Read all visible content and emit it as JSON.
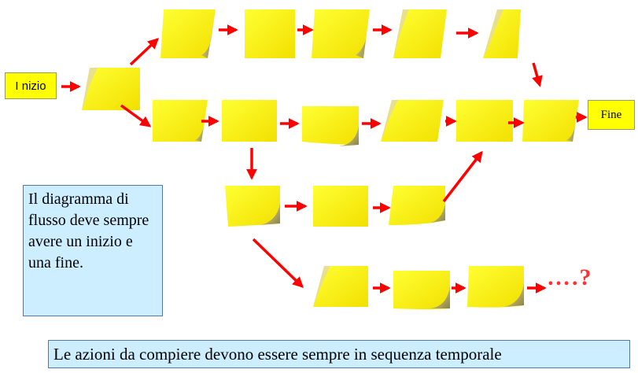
{
  "start_label": "I nizio",
  "end_label": "Fine",
  "note_text": "Il diagramma di flusso deve sempre avere un inizio e una fine.",
  "bottom_text": "Le azioni da compiere devono essere sempre in sequenza temporale",
  "continuation_label": "….?",
  "colors": {
    "note_bg": "#cceeff",
    "note_border": "#5577aa",
    "node_fill": "#ffff00",
    "arrow": "#ff0000"
  }
}
